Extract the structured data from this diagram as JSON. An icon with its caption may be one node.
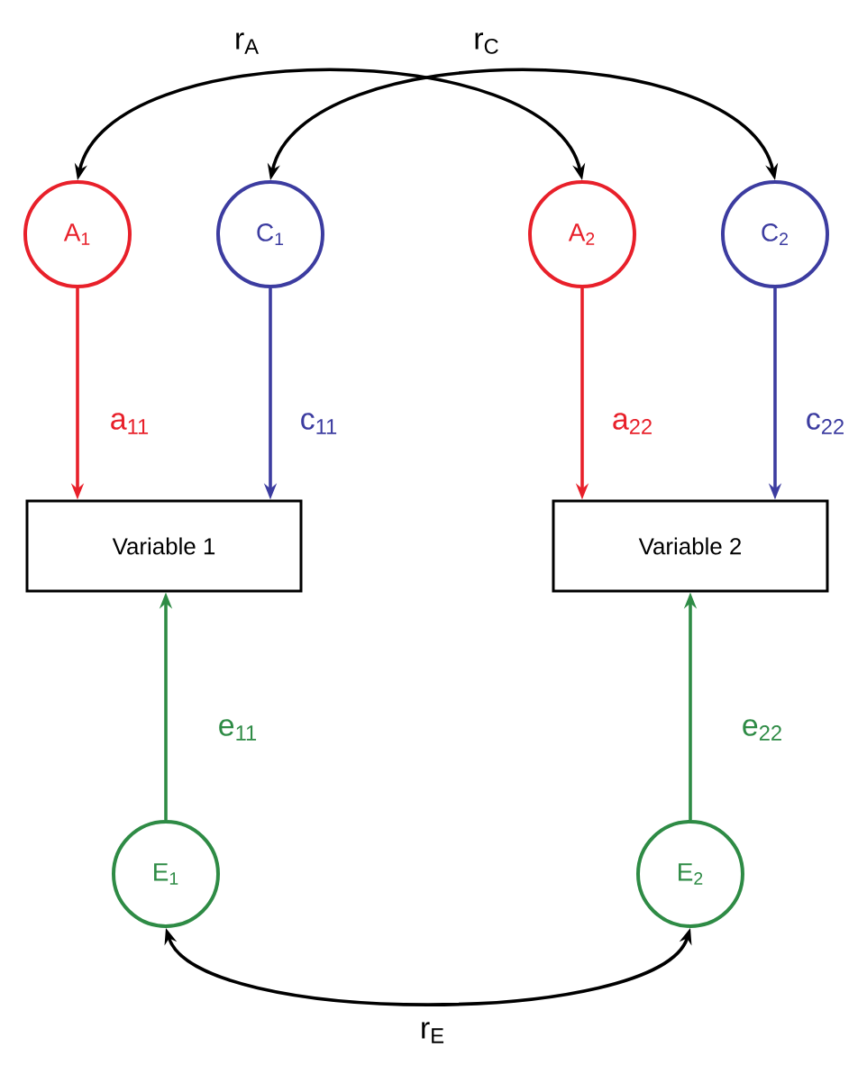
{
  "diagram": {
    "nodes": [
      {
        "text": [
          "A$_{1}$"
        ]
      },
      {
        "text": [
          "C$_{1}$"
        ]
      },
      {
        "text": [
          "A$_{2}$"
        ]
      },
      {
        "text": [
          "C$_{2}$"
        ]
      },
      {
        "text": [
          "Variable 1"
        ]
      },
      {
        "text": [
          "Variable 2"
        ]
      },
      {
        "text": [
          "E$_{1}$"
        ]
      },
      {
        "text": [
          "E$_{2}$"
        ]
      }
    ],
    "edges": [
      {
        "from": 0,
        "to": 4,
        "arrow": "to",
        "label": "a$_{11}$",
        "color": "#e8202a"
      },
      {
        "from": 1,
        "to": 4,
        "arrow": "to",
        "label": "c$_{11}$",
        "color": "#3c3ca0"
      },
      {
        "from": 2,
        "to": 5,
        "arrow": "to",
        "label": "a$_{22}$",
        "color": "#e8202a"
      },
      {
        "from": 3,
        "to": 5,
        "arrow": "to",
        "label": "c$_{22}$",
        "color": "#3c3ca0"
      },
      {
        "from": 6,
        "to": 4,
        "arrow": "to",
        "label": "e$_{11}$",
        "color": "#2e8b45"
      },
      {
        "from": 7,
        "to": 5,
        "arrow": "to",
        "label": "e$_{22}$",
        "color": "#2e8b45"
      },
      {
        "from": 0,
        "to": 2,
        "arrow": "both",
        "label": "r$_{A}$",
        "color": "#000000"
      },
      {
        "from": 1,
        "to": 3,
        "arrow": "both",
        "label": "r$_{C}$",
        "color": "#000000"
      },
      {
        "from": 6,
        "to": 7,
        "arrow": "both",
        "label": "r$_{E}$",
        "color": "#000000"
      }
    ]
  }
}
